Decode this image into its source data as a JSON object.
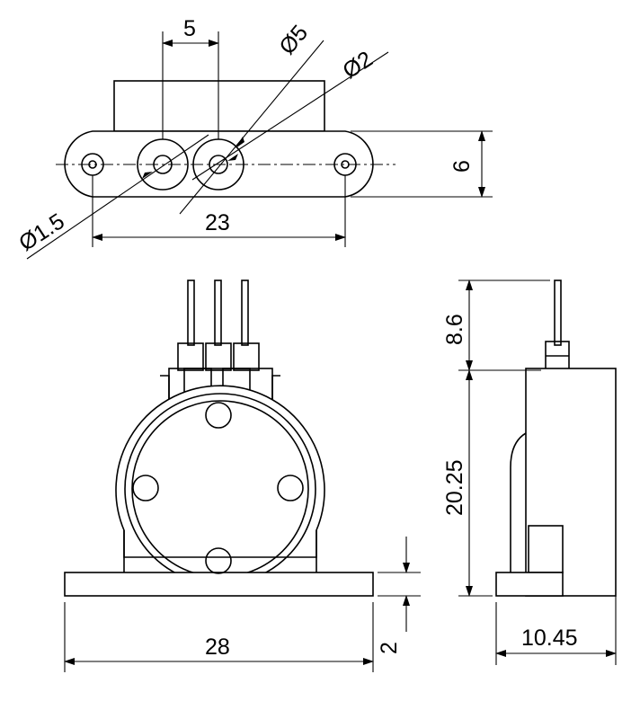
{
  "dimensions": {
    "top_pin_spacing": "5",
    "top_big_diameter": "Ø5",
    "top_small_diameter": "Ø2",
    "top_hole_diameter": "Ø1.5",
    "top_width": "23",
    "top_height": "6",
    "front_width": "28",
    "front_base_height": "2",
    "side_pin_height": "8.6",
    "side_body_height": "20.25",
    "side_depth": "10.45"
  }
}
